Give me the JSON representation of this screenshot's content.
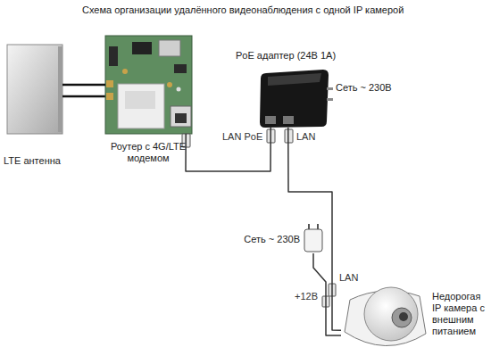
{
  "diagram": {
    "title": "Схема организации удалённого видеонаблюдения с одной IP камерой",
    "nodes": [
      {
        "text": [
          "LTE антенна"
        ]
      },
      {
        "text": [
          "Роутер с 4G/LTE модемом"
        ]
      },
      {
        "text": [
          "PoE адаптер (24В 1А)",
          "Сеть ~ 230В"
        ]
      },
      {
        "text": [
          "Сеть ~ 230В"
        ]
      },
      {
        "text": [
          "Недорогая IP камера с внешним питанием"
        ]
      }
    ],
    "edges": [
      {
        "from": 0,
        "to": 1,
        "arrow": "none"
      },
      {
        "from": 1,
        "to": 2,
        "arrow": "none"
      },
      {
        "from": 2,
        "to": 4,
        "arrow": "none"
      },
      {
        "from": 3,
        "to": 4,
        "arrow": "none"
      }
    ],
    "labels": [
      "LAN PoE",
      "LAN",
      "+12В",
      "LAN"
    ]
  }
}
